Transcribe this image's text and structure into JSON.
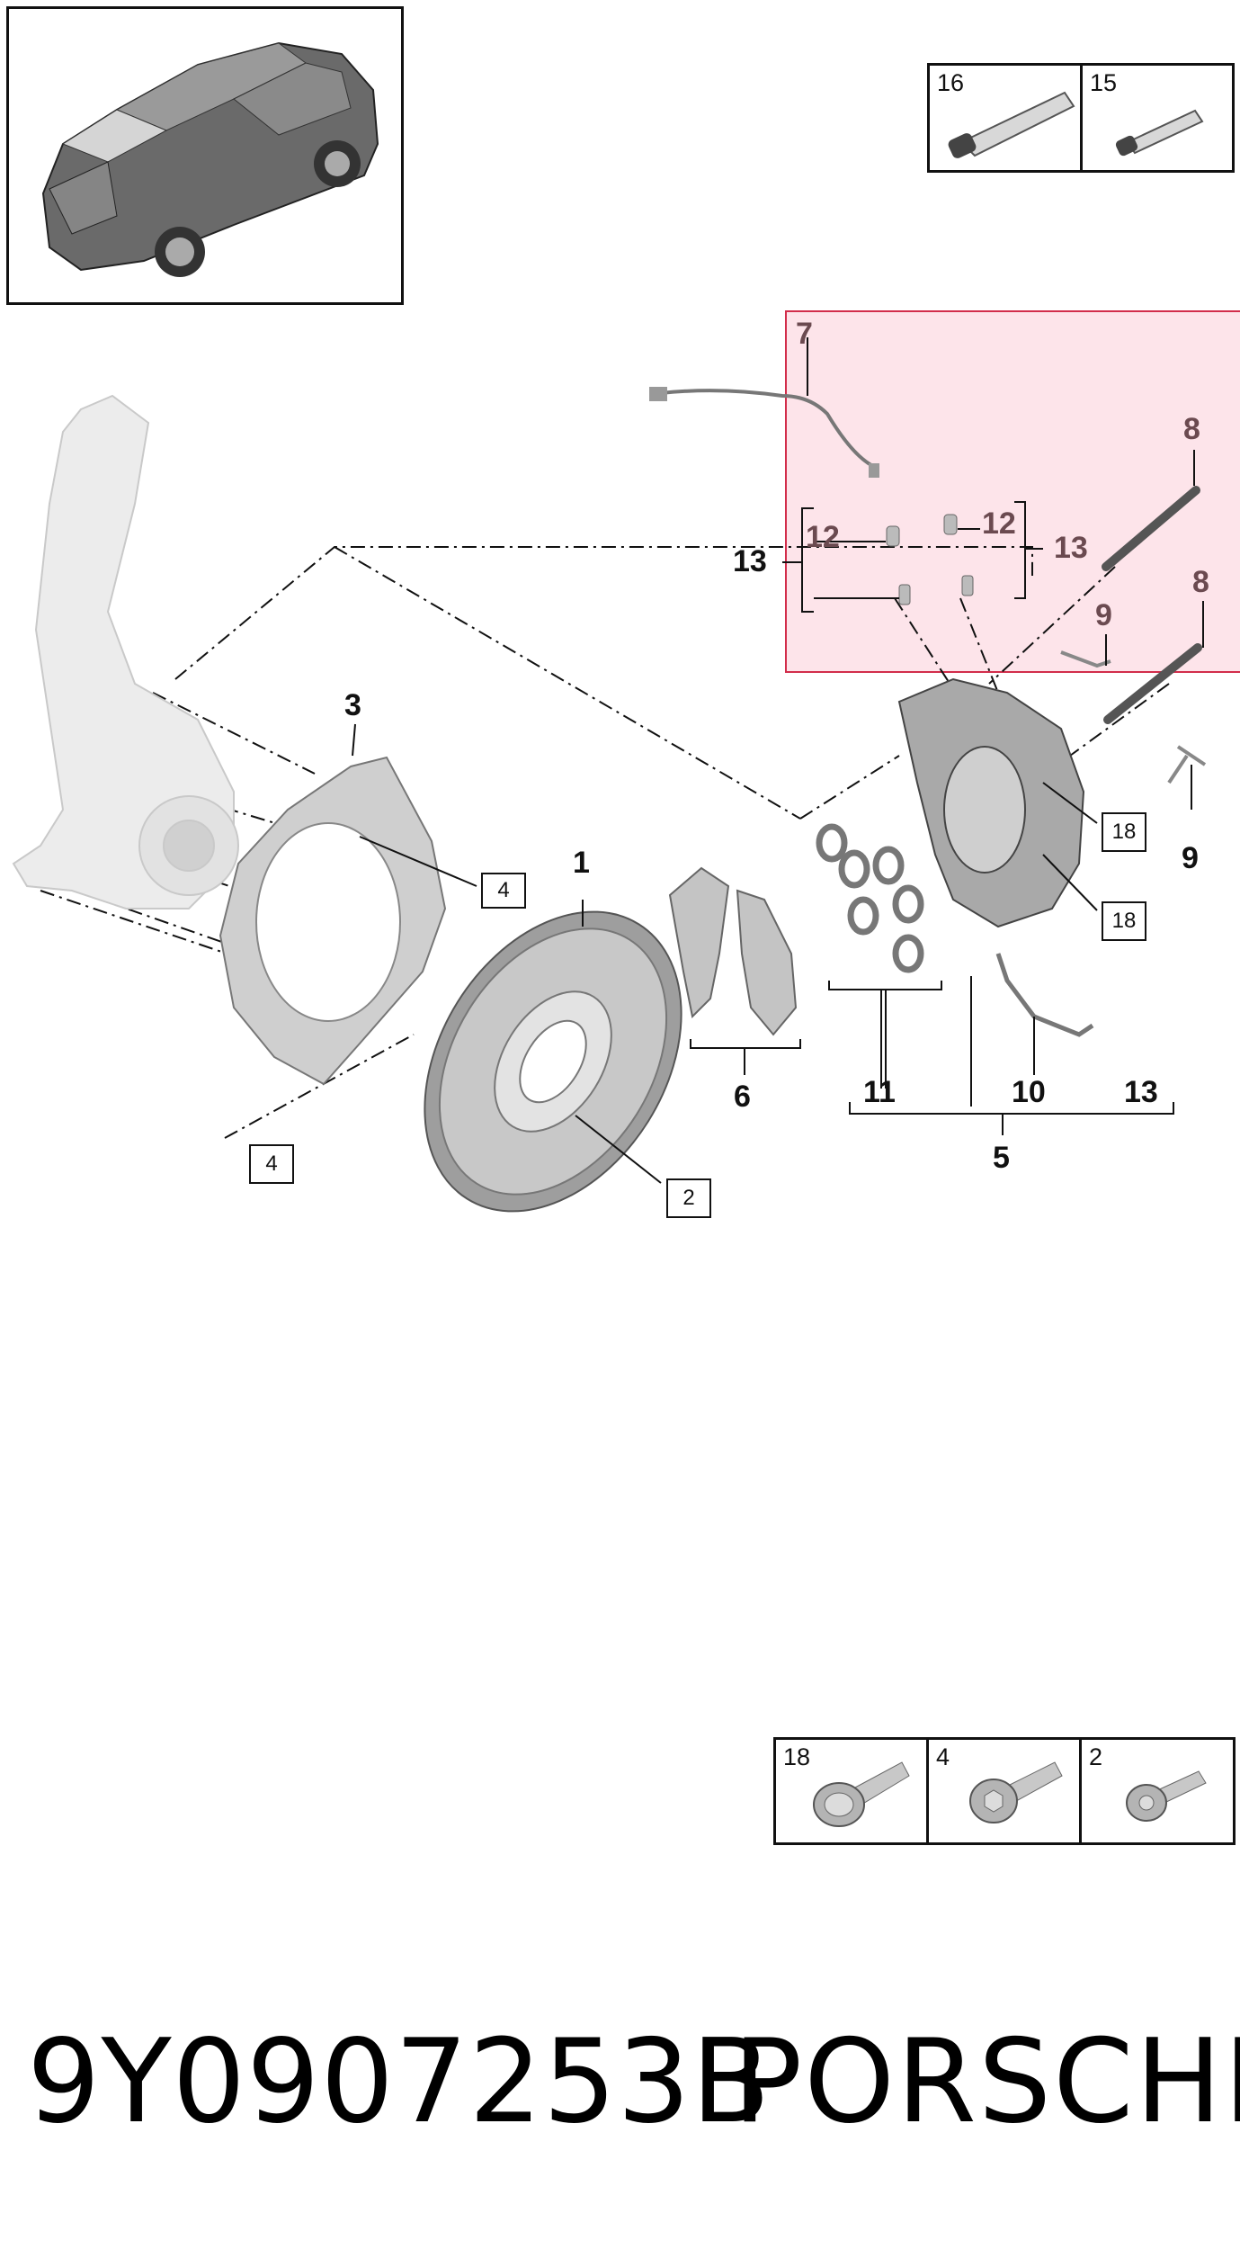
{
  "diagram": {
    "part_number": "9Y0907253B",
    "brand": "PORSCHE"
  },
  "callouts": {
    "c1": "1",
    "c3": "3",
    "c5": "5",
    "c6": "6",
    "c7": "7",
    "c8a": "8",
    "c8b": "8",
    "c9a": "9",
    "c9b": "9",
    "c10": "10",
    "c11": "11",
    "c12a": "12",
    "c12b": "12",
    "c13a": "13",
    "c13b": "13",
    "c13c": "13"
  },
  "boxed_refs": {
    "r2": "2",
    "r4a": "4",
    "r4b": "4",
    "r18a": "18",
    "r18b": "18"
  },
  "consumables_panel": {
    "items": [
      {
        "number": "16",
        "icon": "grease-tube-large-icon"
      },
      {
        "number": "15",
        "icon": "grease-tube-small-icon"
      }
    ]
  },
  "fasteners_panel": {
    "items": [
      {
        "number": "18",
        "icon": "splined-bolt-icon"
      },
      {
        "number": "4",
        "icon": "torx-flange-bolt-icon"
      },
      {
        "number": "2",
        "icon": "torx-countersunk-screw-icon"
      }
    ]
  },
  "colors": {
    "highlight_fill": "#fde4ea",
    "highlight_border": "#d22d4b",
    "highlight_text": "#6b4a50",
    "line": "#111111",
    "part_fill": "#cfcfcf",
    "knuckle_fill": "#ececec"
  }
}
